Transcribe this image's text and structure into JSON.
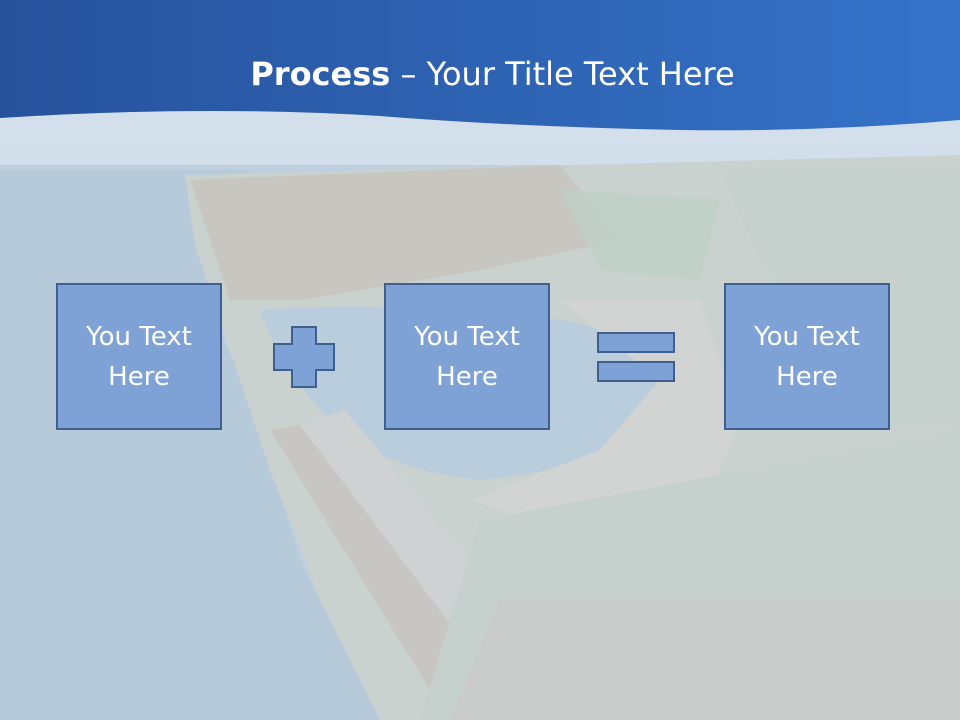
{
  "title": {
    "bold_part": "Process",
    "rest": " – Your Title Text Here"
  },
  "boxes": [
    {
      "label": "You Text Here"
    },
    {
      "label": "You Text Here"
    },
    {
      "label": "You Text Here"
    }
  ],
  "operators": [
    "plus",
    "equals"
  ],
  "colors": {
    "header_blue": "#2e62b3",
    "box_fill": "#7ea1d6",
    "box_border": "#3f5f8f",
    "background_wash": "#c9d7e8"
  }
}
